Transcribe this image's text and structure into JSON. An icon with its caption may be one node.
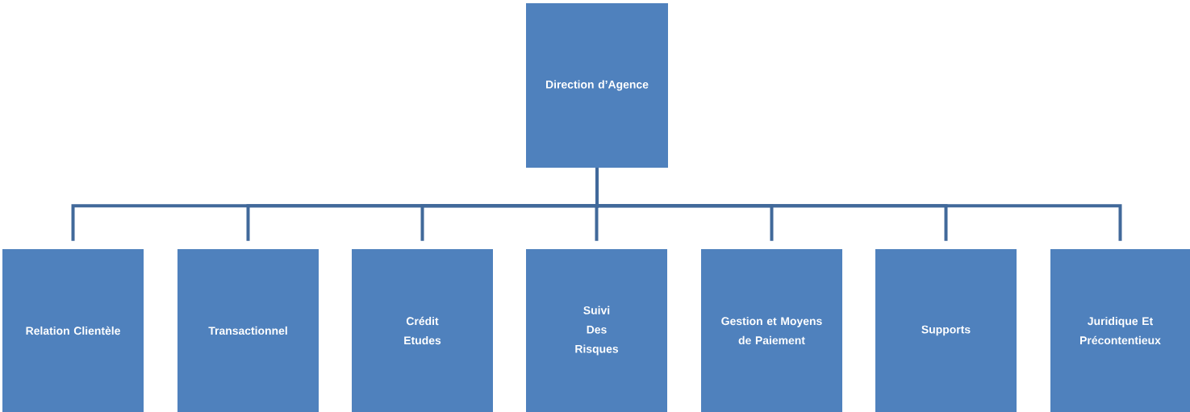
{
  "diagram": {
    "nodes": [
      {
        "text": [
          "Direction d’Agence"
        ]
      },
      {
        "text": [
          "Relation Clientèle"
        ]
      },
      {
        "text": [
          "Transactionnel"
        ]
      },
      {
        "text": [
          "Crédit Etudes"
        ]
      },
      {
        "text": [
          "Suivi Des Risques"
        ]
      },
      {
        "text": [
          "Gestion et Moyens de Paiement"
        ]
      },
      {
        "text": [
          "Supports"
        ]
      },
      {
        "text": [
          "Juridique Et Précontentieux"
        ]
      }
    ],
    "edges": [
      {
        "from": 0,
        "to": 1,
        "arrow": "none"
      },
      {
        "from": 0,
        "to": 2,
        "arrow": "none"
      },
      {
        "from": 0,
        "to": 3,
        "arrow": "none"
      },
      {
        "from": 0,
        "to": 4,
        "arrow": "none"
      },
      {
        "from": 0,
        "to": 5,
        "arrow": "none"
      },
      {
        "from": 0,
        "to": 6,
        "arrow": "none"
      },
      {
        "from": 0,
        "to": 7,
        "arrow": "none"
      }
    ]
  }
}
